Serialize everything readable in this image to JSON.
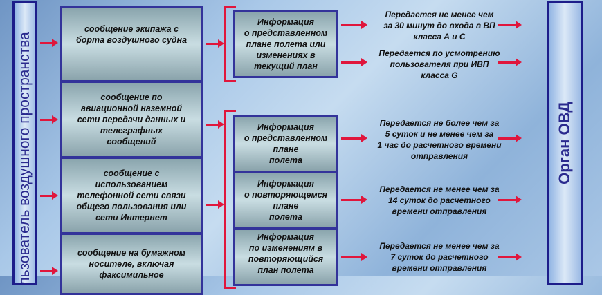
{
  "left_bar": "Пользователь воздушного пространства",
  "right_bar": "Орган ОВД",
  "sources": [
    "сообщение экипажа с\nборта воздушного судна",
    "сообщение по\nавиационной наземной\nсети передачи данных и\nтелеграфных\nсообщений",
    "сообщение с\nиспользованием\nтелефонной сети связи\nобщего пользования или\nсети Интернет",
    "сообщение на бумажном\nносителе, включая\nфаксимильное"
  ],
  "info": [
    "Информация\nо представленном\nплане полета или\nизменениях в\nтекущий план",
    "Информация\nо представленном\nплане\nполета",
    "Информация\nо повторяющемся\nплане\nполета",
    "Информация\nпо изменениям в\nповторяющийся\nплан полета"
  ],
  "notes": [
    "Передается не менее чем\nза 30 минут до  входа в ВП\nкласса А и С",
    "Передается по усмотрению\nпользователя при ИВП\nкласса G",
    "Передается не более чем за\n5 суток и не менее чем за\n1 час до расчетного времени\nотправления",
    "Передается не менее чем за\n14 суток до расчетного\nвремени отправления",
    "Передается не менее чем за\n7 суток до расчетного\nвремени отправления"
  ]
}
